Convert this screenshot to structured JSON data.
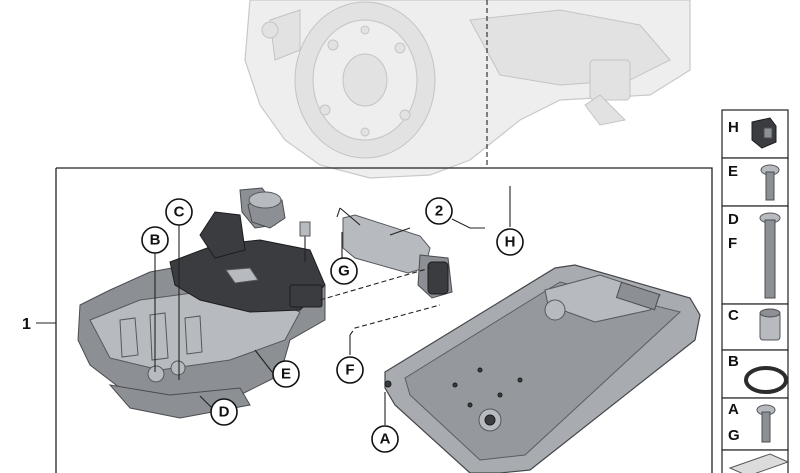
{
  "callouts": {
    "item_1": "1",
    "item_2": "2",
    "A": "A",
    "B": "B",
    "C": "C",
    "D": "D",
    "E": "E",
    "F": "F",
    "G": "G",
    "H": "H"
  },
  "legend": {
    "H": "H",
    "E": "E",
    "D": "D",
    "F": "F",
    "C": "C",
    "B": "B",
    "A": "A",
    "G": "G"
  },
  "colors": {
    "line": "#222222",
    "ghost": "#eeeeee",
    "part_dark": "#3a3c40",
    "part_metal": "#a8abb0"
  }
}
